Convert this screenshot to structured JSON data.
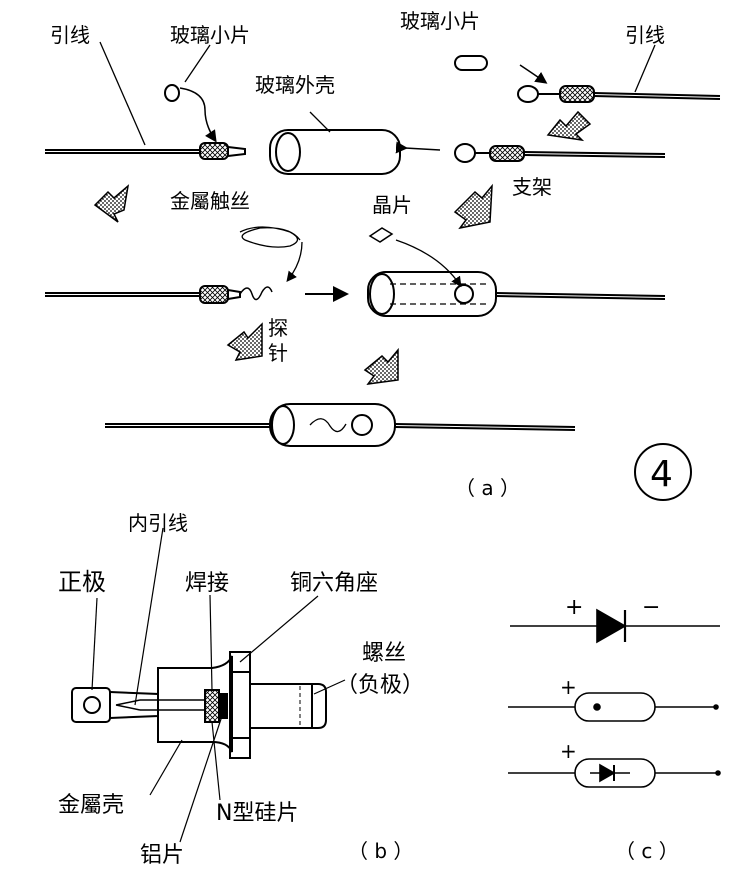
{
  "panel_a": {
    "label_lead_left": "引线",
    "label_glass_chip_left": "玻璃小片",
    "label_glass_chip_right": "玻璃小片",
    "label_lead_right": "引线",
    "label_glass_shell": "玻璃外壳",
    "label_bracket": "支架",
    "label_metal_wire": "金屬触丝",
    "label_crystal": "晶片",
    "label_probe_1": "探",
    "label_probe_2": "针",
    "caption": "（ a ）",
    "figure_number": "4"
  },
  "panel_b": {
    "label_inner_lead": "内引线",
    "label_positive": "正极",
    "label_weld": "焊接",
    "label_copper_hex": "铜六角座",
    "label_screw": "螺丝",
    "label_negative": "（负极）",
    "label_metal_shell": "金屬壳",
    "label_n_silicon": "N型硅片",
    "label_aluminum": "铝片",
    "caption": "（ b ）"
  },
  "panel_c": {
    "plus_1": "+",
    "minus_1": "−",
    "plus_2": "+",
    "plus_3": "+",
    "caption": "（ c ）"
  }
}
